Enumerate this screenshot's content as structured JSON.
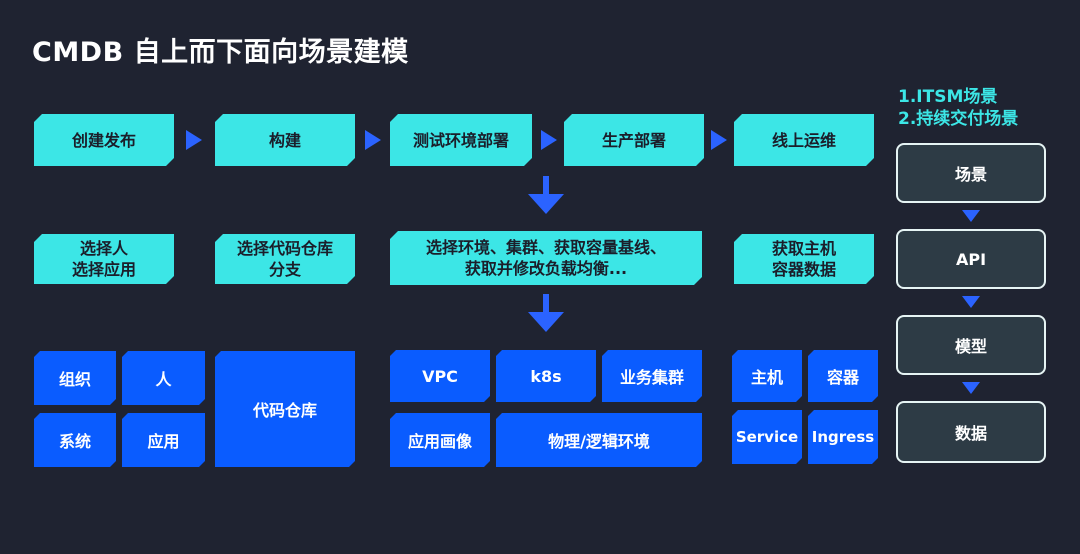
{
  "title": "CMDB 自上而下面向场景建模",
  "pipeline": [
    "创建发布",
    "构建",
    "测试环境部署",
    "生产部署",
    "线上运维"
  ],
  "middle": {
    "m1": [
      "选择人",
      "选择应用"
    ],
    "m2": [
      "选择代码仓库",
      "分支"
    ],
    "m3": [
      "选择环境、集群、获取容量基线、",
      "获取并修改负载均衡..."
    ],
    "m4": [
      "获取主机",
      "容器数据"
    ]
  },
  "bottom": {
    "org": "组织",
    "person": "人",
    "system": "系统",
    "app": "应用",
    "repo": "代码仓库",
    "vpc": "VPC",
    "k8s": "k8s",
    "biz_cluster": "业务集群",
    "app_image": "应用画像",
    "phys_logic_env": "物理/逻辑环境",
    "host": "主机",
    "container": "容器",
    "service": "Service",
    "ingress": "Ingress"
  },
  "scenes": [
    "1.ITSM场景",
    "2.持续交付场景"
  ],
  "model_stack": [
    "场景",
    "API",
    "模型",
    "数据"
  ],
  "colors": {
    "background": "#1f2331",
    "cyan": "#3ce6e6",
    "blue": "#0a5cff",
    "arrow": "#2b63ff"
  }
}
